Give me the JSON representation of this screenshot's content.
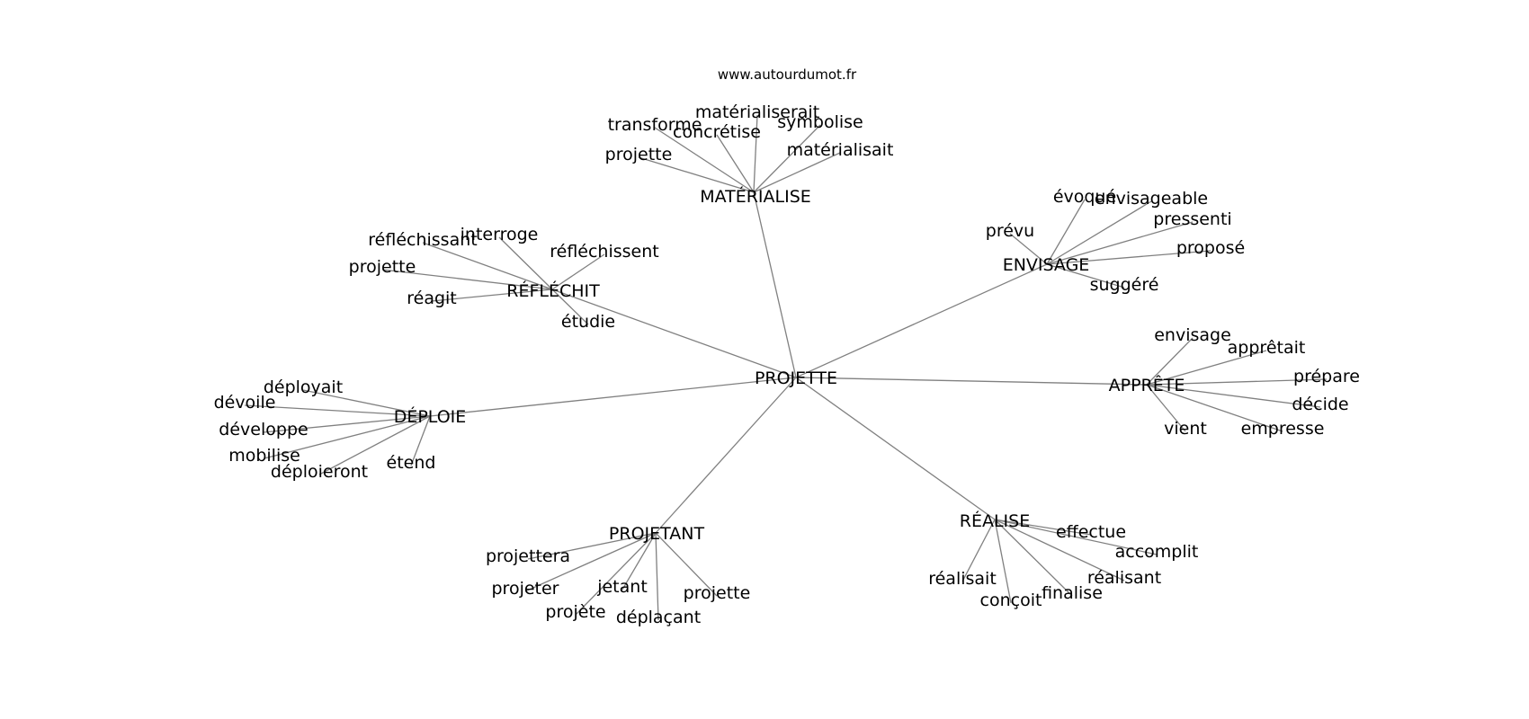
{
  "source": "www.autourdumot.fr",
  "graph": {
    "center": "PROJETTE",
    "clusters": [
      {
        "hub": "MATÉRIALISE",
        "leaves": [
          "matérialiserait",
          "transforme",
          "concrétise",
          "symbolise",
          "projette",
          "matérialisait"
        ]
      },
      {
        "hub": "RÉFLÉCHIT",
        "leaves": [
          "réfléchissant",
          "interroge",
          "réfléchissent",
          "projette",
          "réagit",
          "étudie"
        ]
      },
      {
        "hub": "ENVISAGE",
        "leaves": [
          "évoqué",
          "envisageable",
          "pressenti",
          "prévu",
          "proposé",
          "suggéré"
        ]
      },
      {
        "hub": "APPRÊTE",
        "leaves": [
          "envisage",
          "apprêtait",
          "prépare",
          "décide",
          "vient",
          "empresse"
        ]
      },
      {
        "hub": "DÉPLOIE",
        "leaves": [
          "déployait",
          "dévoile",
          "développe",
          "mobilise",
          "déploieront",
          "étend"
        ]
      },
      {
        "hub": "PROJETANT",
        "leaves": [
          "projettera",
          "projeter",
          "jetant",
          "projète",
          "déplaçant",
          "projette"
        ]
      },
      {
        "hub": "RÉALISE",
        "leaves": [
          "effectue",
          "accomplit",
          "réalisant",
          "réalisait",
          "finalise",
          "conçoit"
        ]
      }
    ]
  }
}
